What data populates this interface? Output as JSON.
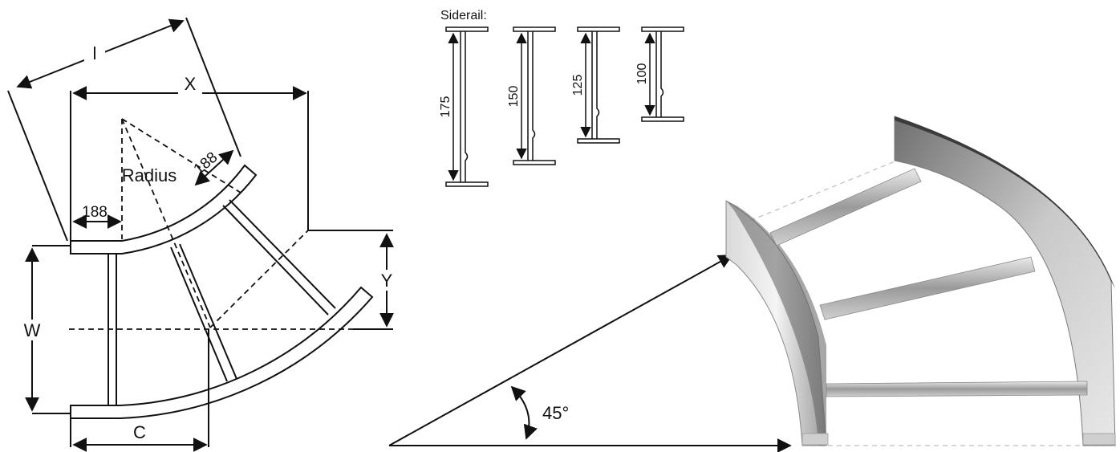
{
  "diagram": {
    "labels": {
      "l": "l",
      "x": "X",
      "radius": "Radius",
      "dim_188_diag": "188",
      "dim_188_horiz": "188",
      "y": "Y",
      "w": "W",
      "c": "C",
      "angle": "45°"
    },
    "siderail": {
      "title": "Siderail:",
      "heights": [
        "175",
        "150",
        "125",
        "100"
      ]
    }
  }
}
